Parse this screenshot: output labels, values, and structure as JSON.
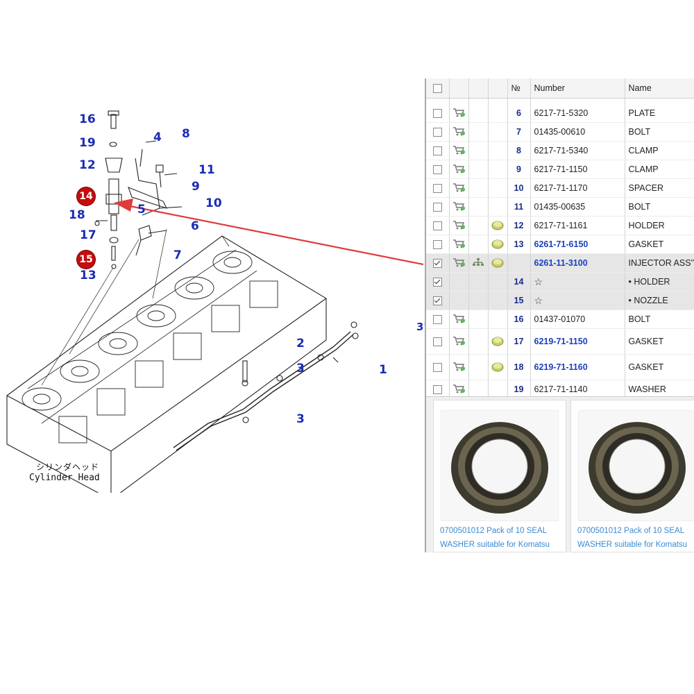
{
  "diagram": {
    "callouts": [
      {
        "id": "c16",
        "label": "16"
      },
      {
        "id": "c19",
        "label": "19"
      },
      {
        "id": "c12",
        "label": "12"
      },
      {
        "id": "c14",
        "label": "14"
      },
      {
        "id": "c18",
        "label": "18"
      },
      {
        "id": "c17",
        "label": "17"
      },
      {
        "id": "c15",
        "label": "15"
      },
      {
        "id": "c13",
        "label": "13"
      },
      {
        "id": "c4",
        "label": "4"
      },
      {
        "id": "c8",
        "label": "8"
      },
      {
        "id": "c11",
        "label": "11"
      },
      {
        "id": "c9",
        "label": "9"
      },
      {
        "id": "c5",
        "label": "5"
      },
      {
        "id": "c10",
        "label": "10"
      },
      {
        "id": "c6",
        "label": "6"
      },
      {
        "id": "c7",
        "label": "7"
      },
      {
        "id": "c2",
        "label": "2"
      },
      {
        "id": "c3a",
        "label": "3"
      },
      {
        "id": "c3b",
        "label": "3"
      },
      {
        "id": "c1",
        "label": "1"
      }
    ],
    "caption_jp": "シリンダヘッド",
    "caption_en": "Cylinder Head",
    "stray_label": "3'"
  },
  "table": {
    "headers": {
      "no": "№",
      "number": "Number",
      "name": "Name"
    },
    "rows": [
      {
        "no": "6",
        "number": "6217-71-5320",
        "name": "PLATE",
        "checked": false,
        "cart": true,
        "info": false,
        "link": false
      },
      {
        "no": "7",
        "number": "01435-00610",
        "name": "BOLT",
        "checked": false,
        "cart": true,
        "info": false,
        "link": false
      },
      {
        "no": "8",
        "number": "6217-71-5340",
        "name": "CLAMP",
        "checked": false,
        "cart": true,
        "info": false,
        "link": false
      },
      {
        "no": "9",
        "number": "6217-71-1150",
        "name": "CLAMP",
        "checked": false,
        "cart": true,
        "info": false,
        "link": false
      },
      {
        "no": "10",
        "number": "6217-71-1170",
        "name": "SPACER",
        "checked": false,
        "cart": true,
        "info": false,
        "link": false
      },
      {
        "no": "11",
        "number": "01435-00635",
        "name": "BOLT",
        "checked": false,
        "cart": true,
        "info": false,
        "link": false
      },
      {
        "no": "12",
        "number": "6217-71-1161",
        "name": "HOLDER",
        "checked": false,
        "cart": true,
        "info": true,
        "link": false
      },
      {
        "no": "13",
        "number": "6261-71-6150",
        "name": "GASKET",
        "checked": false,
        "cart": true,
        "info": true,
        "link": true
      },
      {
        "no": "",
        "number": "6261-11-3100",
        "name": "INJECTOR ASS'Y",
        "checked": true,
        "cart": true,
        "tree": true,
        "info": true,
        "link": true,
        "highlight": true
      },
      {
        "no": "14",
        "number": "☆",
        "name": "• HOLDER",
        "checked": true,
        "cart": false,
        "info": false,
        "link": false,
        "highlight": true,
        "star": true
      },
      {
        "no": "15",
        "number": "☆",
        "name": "• NOZZLE",
        "checked": true,
        "cart": false,
        "info": false,
        "link": false,
        "highlight": true,
        "star": true
      },
      {
        "no": "16",
        "number": "01437-01070",
        "name": "BOLT",
        "checked": false,
        "cart": true,
        "info": false,
        "link": false
      },
      {
        "no": "17",
        "number": "6219-71-1150",
        "name": "GASKET",
        "checked": false,
        "cart": true,
        "info": true,
        "link": true,
        "tall": true
      },
      {
        "no": "18",
        "number": "6219-71-1160",
        "name": "GASKET",
        "checked": false,
        "cart": true,
        "info": true,
        "link": true,
        "tall": true
      },
      {
        "no": "19",
        "number": "6217-71-1140",
        "name": "WASHER",
        "checked": false,
        "cart": true,
        "info": false,
        "link": false
      }
    ]
  },
  "cards": [
    {
      "title": "0700501012 Pack of 10 SEAL WASHER suitable for Komatsu"
    },
    {
      "title": "0700501012 Pack of 10 SEAL WASHER suitable for Komatsu"
    }
  ],
  "colors": {
    "callout": "#1a2bb5",
    "callout_red": "#c40d0d",
    "arrow": "#e03a3a",
    "link": "#1a3fc0",
    "card_title": "#3b8ad0"
  }
}
